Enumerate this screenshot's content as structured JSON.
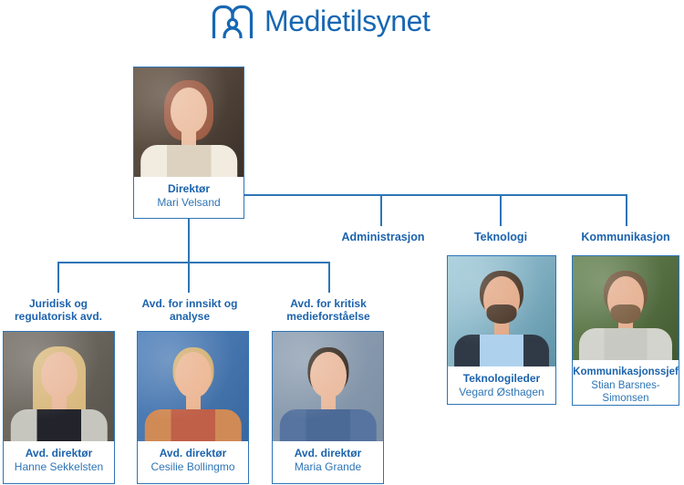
{
  "colors": {
    "accent": "#2e75b6",
    "text-strong": "#1c63ad",
    "logo-blue": "#1767b3"
  },
  "logo": {
    "brand": "Medietilsynet"
  },
  "director": {
    "title": "Direktør",
    "name": "Mari Velsand"
  },
  "staff_branches": {
    "administrasjon": {
      "label": "Administrasjon"
    },
    "teknologi": {
      "label": "Teknologi",
      "title": "Teknologileder",
      "name": "Vegard Østhagen"
    },
    "kommunikasjon": {
      "label": "Kommunikasjon",
      "title": "Kommunikasjonssjef",
      "name": "Stian Barsnes-Simonsen"
    }
  },
  "departments": {
    "juridisk": {
      "label_line1": "Juridisk og",
      "label_line2": "regulatorisk avd.",
      "title": "Avd. direktør",
      "name": "Hanne Sekkelsten"
    },
    "innsikt": {
      "label_line1": "Avd. for innsikt og",
      "label_line2": "analyse",
      "title": "Avd. direktør",
      "name": "Cesilie Bollingmo"
    },
    "kritisk": {
      "label_line1": "Avd. for kritisk",
      "label_line2": "medieforståelse",
      "title": "Avd. direktør",
      "name": "Maria Grande"
    }
  },
  "portraits": {
    "mari": {
      "style": "bob",
      "colors": {
        "bg1": "#6b5a4a",
        "bg2": "#3a302a",
        "skin": "#ecbfa2",
        "hair": "#9c5a42",
        "jacket": "#f1ecdf",
        "shirt": "#ddd2c0",
        "beard": "transparent"
      }
    },
    "hanne": {
      "style": "long",
      "colors": {
        "bg1": "#7b766e",
        "bg2": "#575249",
        "skin": "#eaba9d",
        "hair": "#d9b97e",
        "jacket": "#c6c6bf",
        "shirt": "#23242b",
        "beard": "transparent"
      }
    },
    "cesilie": {
      "style": "tied",
      "colors": {
        "bg1": "#5585bd",
        "bg2": "#39679f",
        "skin": "#ecb592",
        "hair": "#d3af72",
        "jacket": "#d08a56",
        "shirt": "#c06048",
        "beard": "transparent"
      }
    },
    "maria": {
      "style": "tied",
      "colors": {
        "bg1": "#93a3b5",
        "bg2": "#7c8fa4",
        "skin": "#eab99c",
        "hair": "#35291f",
        "jacket": "#56749f",
        "shirt": "#4c6a96",
        "beard": "transparent"
      }
    },
    "vegard": {
      "style": "short",
      "colors": {
        "bg1": "#a8cfdd",
        "bg2": "#5d93a8",
        "skin": "#e3a987",
        "hair": "#463324",
        "jacket": "#303a47",
        "shirt": "#aed1ee",
        "beard": "#4a3627"
      }
    },
    "stian": {
      "style": "short",
      "colors": {
        "bg1": "#6d8a5a",
        "bg2": "#42592f",
        "skin": "#e5af8f",
        "hair": "#6d5138",
        "jacket": "#d3d4cd",
        "shirt": "#c8c9c2",
        "beard": "#7a5c40"
      }
    }
  }
}
